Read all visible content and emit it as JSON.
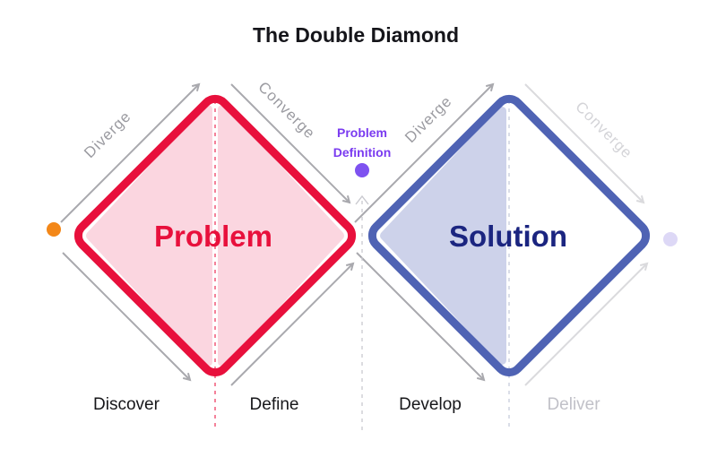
{
  "title": "The Double Diamond",
  "problem_diamond": {
    "label": "Problem",
    "diverge_label": "Diverge",
    "converge_label": "Converge",
    "phase_left": "Discover",
    "phase_right": "Define",
    "border_color": "#e8103c",
    "fill_color": "#fbd6e0",
    "label_color": "#e8103c"
  },
  "solution_diamond": {
    "label": "Solution",
    "diverge_label": "Diverge",
    "converge_label": "Converge",
    "phase_left": "Develop",
    "phase_right": "Deliver",
    "border_color": "#4f63b4",
    "fill_color": "#cdd2ea",
    "label_color": "#1b2580"
  },
  "problem_definition": {
    "line1": "Problem",
    "line2": "Definition",
    "color": "#7a3bf0",
    "dot_color": "#7e52f0"
  },
  "journey_dots": {
    "start_dot_color": "#f38718",
    "end_dot_color": "#ddd8f6"
  },
  "arrow_colors": {
    "gray": "#a9a9ae",
    "light": "#dadadd"
  }
}
